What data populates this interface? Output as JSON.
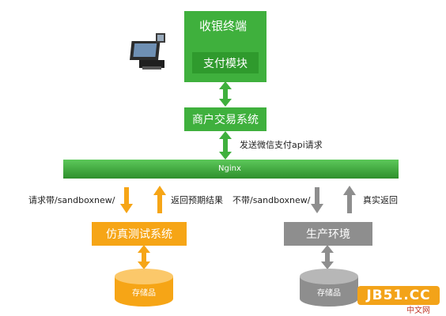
{
  "terminal": {
    "title": "收银终端",
    "module": "支付模块",
    "icon": "pos-terminal-icon"
  },
  "merchant": {
    "label": "商户交易系统"
  },
  "edge_wechat": {
    "label": "发送微信支付api请求"
  },
  "nginx": {
    "label": "Nginx"
  },
  "left_branch": {
    "request_label": "请求带/sandboxnew/",
    "return_label": "返回预期结果",
    "system": "仿真测试系统",
    "storage": "存储品"
  },
  "right_branch": {
    "request_label": "不带/sandboxnew/",
    "return_label": "真实返回",
    "system": "生产环境",
    "storage": "存储品"
  },
  "watermark": {
    "brand": "JB51.CC",
    "sub": "中文网"
  },
  "colors": {
    "green": "#3fb03d",
    "green_dark": "#2f8f2e",
    "orange": "#f6a516",
    "gray": "#8e8e8e",
    "watermark_bg": "#f3a319"
  }
}
